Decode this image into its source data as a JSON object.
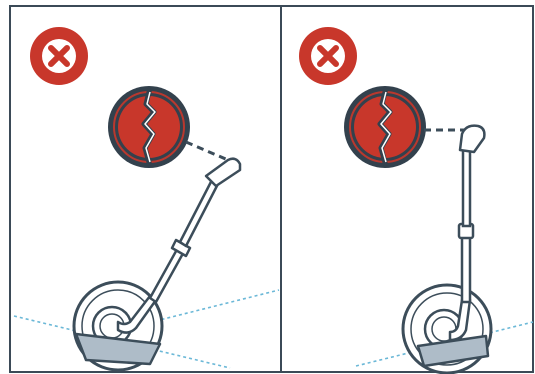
{
  "title": "",
  "panels": [
    {
      "status": "incorrect",
      "status_icon": "x-circle-icon",
      "warning_icon": "broken-circle-warning-icon",
      "scene": "tilted-handlebar-on-slope"
    },
    {
      "status": "incorrect",
      "status_icon": "x-circle-icon",
      "warning_icon": "broken-circle-warning-icon",
      "scene": "upright-handlebar-on-slope"
    }
  ],
  "colors": {
    "border": "#3b4a57",
    "stroke": "#3c4d5a",
    "error_red": "#c8372b",
    "warning_ring": "#33414d",
    "deck": "#aebcc8",
    "slope_line": "#6bb8d7",
    "background": "#ffffff"
  }
}
